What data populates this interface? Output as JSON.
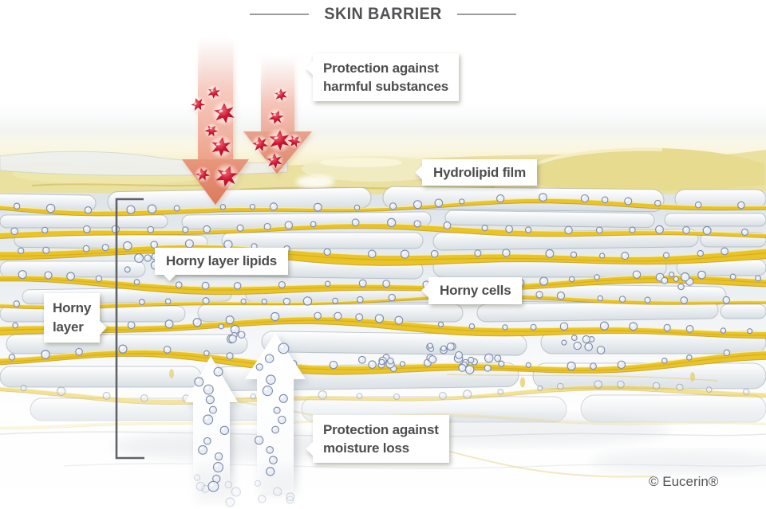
{
  "header": {
    "title": "SKIN BARRIER"
  },
  "callouts": {
    "protection_top": {
      "line1": "Protection against",
      "line2": "harmful substances"
    },
    "hydrolipid_film": {
      "text": "Hydrolipid film"
    },
    "horny_layer_lipids": {
      "text": "Horny layer lipids"
    },
    "horny_cells": {
      "text": "Horny cells"
    },
    "horny_layer": {
      "line1": "Horny",
      "line2": "layer"
    },
    "protection_bottom": {
      "line1": "Protection against",
      "line2": "moisture loss"
    }
  },
  "footer": {
    "copyright": "© Eucerin®"
  },
  "icons": {
    "harmful_substances_arrows": "red-down-arrows-with-star-particles",
    "harmful_particle": "red-star-burst",
    "moisture_arrows": "white-up-arrows-with-water-droplets",
    "water_droplet": "small-blue-sphere",
    "horny_layer_bracket": "square-bracket"
  },
  "colors": {
    "title_text": "#515255",
    "label_text": "#4c4d4f",
    "label_bg": "#ffffff",
    "harmful_arrow": "#e89078",
    "harmful_particle": "#b01030",
    "lipid_yellow": "#eac11b",
    "droplet_blue": "#7d8ba8",
    "moisture_arrow": "#fdfefe",
    "hydrolipid_film": "#eae0a0",
    "horny_cell": "#e3e9ed",
    "bracket": "#5f6367"
  }
}
